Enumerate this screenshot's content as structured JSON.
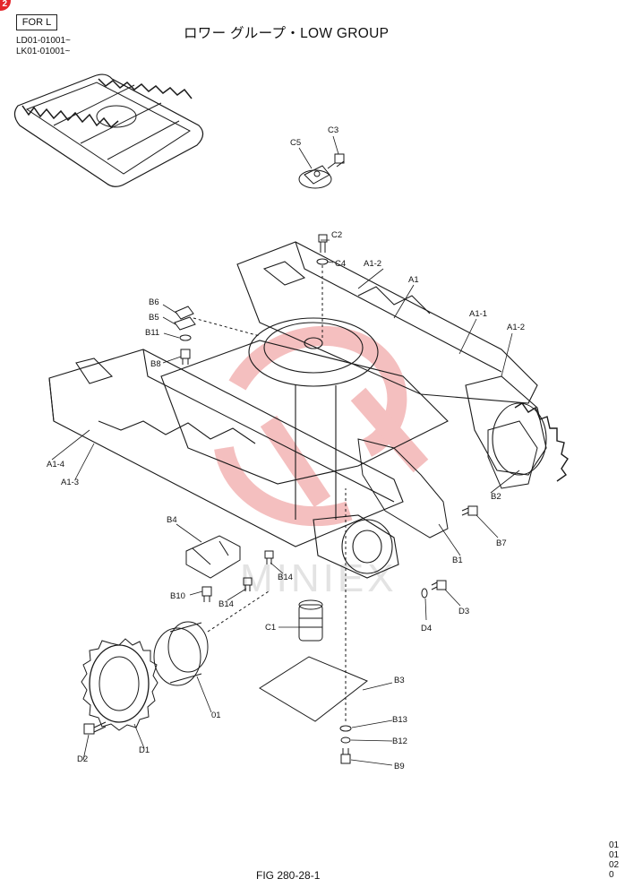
{
  "corner_badge": "2",
  "header": {
    "for_label": "FOR L",
    "serials": [
      "LD01-01001~",
      "LK01-01001~"
    ],
    "title": "ロワー グループ・LOW GROUP"
  },
  "watermark": "MINIEX",
  "footer": {
    "figure": "FIG 280-28-1",
    "page_codes": [
      "01",
      "01",
      "02",
      "0"
    ]
  },
  "parts": {
    "A1": "A1",
    "A1_1": "A1-1",
    "A1_2a": "A1-2",
    "A1_2b": "A1-2",
    "A1_3": "A1-3",
    "A1_4": "A1-4",
    "B1": "B1",
    "B2": "B2",
    "B3": "B3",
    "B4": "B4",
    "B5": "B5",
    "B6": "B6",
    "B7": "B7",
    "B8": "B8",
    "B9": "B9",
    "B10": "B10",
    "B11": "B11",
    "B12": "B12",
    "B13": "B13",
    "B14a": "B14",
    "B14b": "B14",
    "C1": "C1",
    "C2": "C2",
    "C3": "C3",
    "C4": "C4",
    "C5": "C5",
    "D1": "D1",
    "D2": "D2",
    "D3": "D3",
    "D4": "D4",
    "P01": "01"
  },
  "colors": {
    "watermark": "#f3b4b4",
    "badge": "#e4262b",
    "line": "#1a1a1a"
  }
}
